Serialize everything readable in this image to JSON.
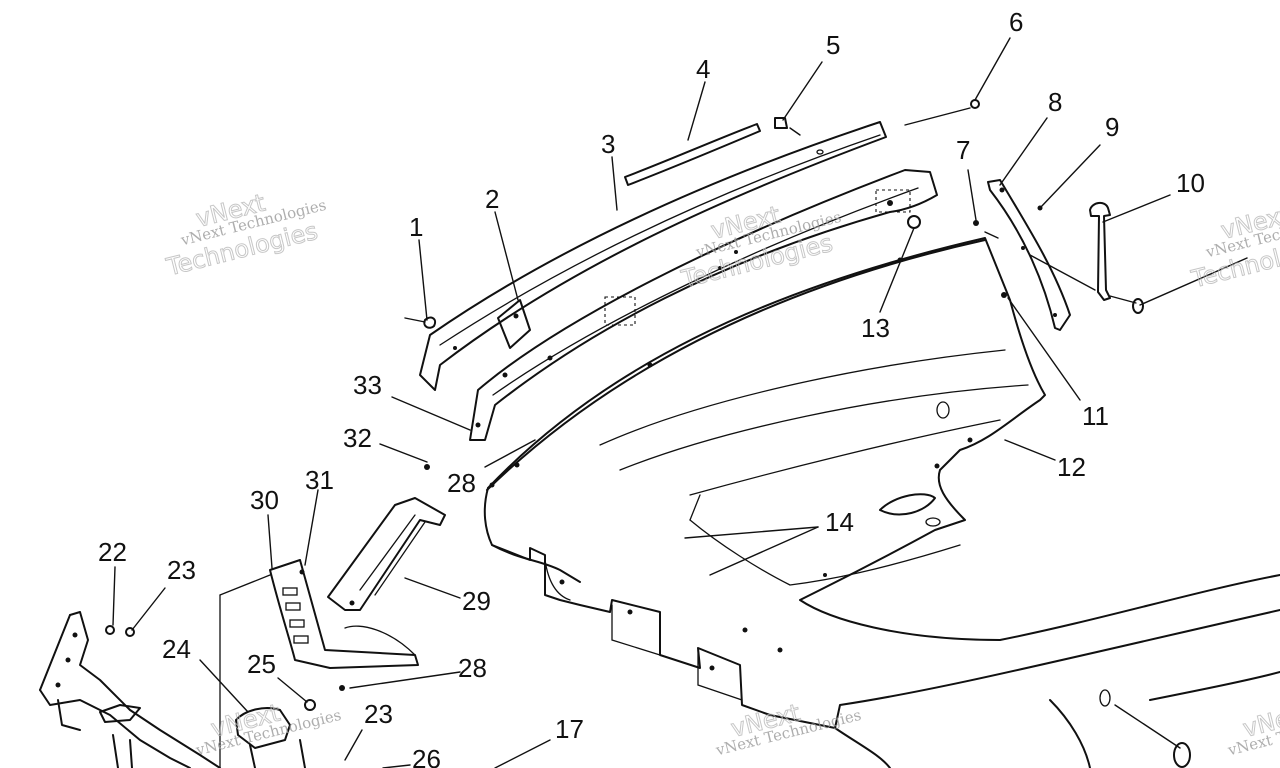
{
  "diagram": {
    "callouts": [
      "1",
      "2",
      "3",
      "4",
      "5",
      "6",
      "7",
      "8",
      "9",
      "10",
      "11",
      "12",
      "13",
      "14",
      "17",
      "22",
      "23",
      "23",
      "24",
      "25",
      "26",
      "28",
      "28",
      "29",
      "30",
      "31",
      "32",
      "33"
    ],
    "watermark": {
      "line_small": "vNext Technologies",
      "line_big_a": "vNext",
      "line_big_b": "Technologies"
    }
  }
}
